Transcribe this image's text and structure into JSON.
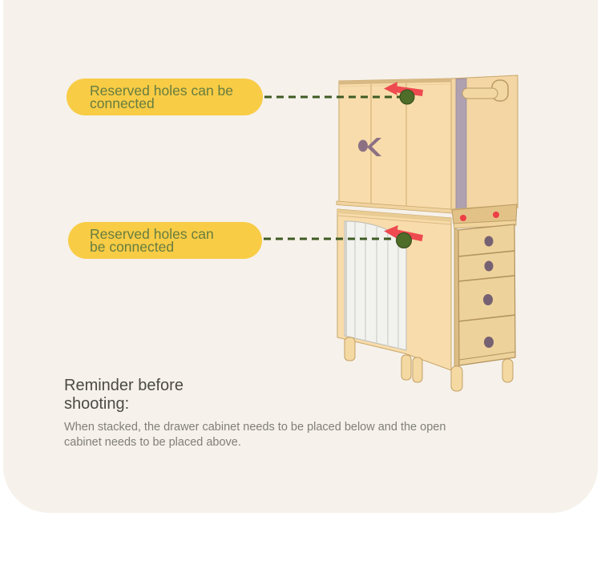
{
  "callouts": [
    {
      "lines": [
        "Reserved holes can be",
        "connected"
      ]
    },
    {
      "lines": [
        "Reserved holes can",
        "be connected"
      ]
    }
  ],
  "reminder": {
    "heading_lines": [
      "Reminder before",
      "shooting:"
    ],
    "body": "When stacked, the drawer cabinet needs to be placed below and the open cabinet needs to be placed above."
  },
  "colors": {
    "card_background": "#f6f1ea",
    "callout_background": "#f8cc45",
    "callout_text": "#667d40",
    "dashed_line": "#3e5b23",
    "connection_dot": "#4d6d29",
    "arrow_red": "#ee4a50",
    "cabinet_wood": "#f8dcab",
    "cabinet_outline": "#c9a76c",
    "curtain": "#f2f2ef",
    "knob": "#766173",
    "heading_text": "#4a4a46",
    "body_text": "#7f7f79"
  }
}
